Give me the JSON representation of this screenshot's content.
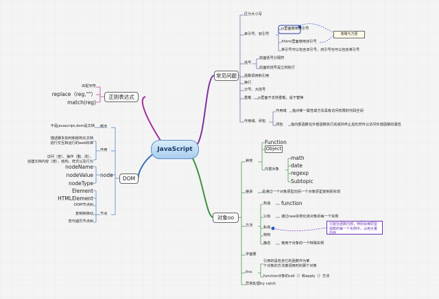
{
  "root": {
    "label": "JavaScript"
  },
  "branches": {
    "common": {
      "label": "常见问题"
    },
    "regex": {
      "label": "正则表达式"
    },
    "dom": {
      "label": "DOM"
    },
    "oop": {
      "label": "对象oo"
    }
  },
  "common": {
    "case": "区分大小写",
    "quotes": {
      "label": "单引号、双引号",
      "js": "js里面使用单引号",
      "xhtml": "Xhtml里面使用双引号",
      "nest": "单引号可以包含双引号，双引号也可以包含单引号",
      "note": "简略与方便"
    },
    "brackets": {
      "label": "括号",
      "front": "前面括号分隔符",
      "back": "后面的括号是立刻执行"
    },
    "call": "函数调用和引用",
    "newline": "换行",
    "semicolon": "分号、大括号",
    "overload": {
      "label": "重载",
      "text": "js里面不支持重载，适于替换"
    },
    "scope": {
      "label": "作用域、闭包",
      "scope": "作用域",
      "scope_text": "指对某一属性或方法具有访问权限的代码空间",
      "closure": "闭包",
      "closure_text": "指内部函数在外部函数执行完成并终止后仍然可以访问外部函数的属性"
    }
  },
  "regex": {
    "match": "匹配字符",
    "replace": "replace（reg,\"\"）",
    "matchfn": "match(reg)"
  },
  "dom": {
    "concept": {
      "label": "概念",
      "text": "不是javascript,dom是文档"
    },
    "role": {
      "label": "作用",
      "line1": "描述脚本如何和结构化文档",
      "line2": "进行交互和运行的web标准",
      "line3": "访问（查）、操作（删、改）、",
      "line4": "创建文档内容（增）、结构、样式以及行为"
    },
    "node": {
      "label": "node",
      "name": "nodeName",
      "value": "nodeValue",
      "type": "nodeType"
    },
    "nodes": {
      "label": "节点",
      "element": "Element",
      "html": "HTMLElement",
      "dom_node": "DOM节点树",
      "copy": "复制和移动",
      "traverse": "迭代遍历节点树"
    }
  },
  "oop": {
    "types": {
      "label": "种类",
      "function": "Function",
      "object": "Object",
      "builtin": "内置对象",
      "math": "math",
      "date": "date",
      "regexp": "regexp",
      "subtopic": "Subtopic"
    },
    "inherit": {
      "label": "继承",
      "text": "是通过一个对象原型向另一个对象原型复制而实现"
    },
    "methods": {
      "label": "方法",
      "construct": "构造",
      "construct_text": "function",
      "public": "公有",
      "public_text": "通过new实例化该对象的每一个实例",
      "private": "私有",
      "privileged": "特权",
      "static": "静态",
      "static_text": "使用于对象的一个特殊实例",
      "note": "只能在函数内部，特别会被原型函数的每一个实例中，占用大量内存"
    },
    "literal": "字面量",
    "this": {
      "label": "this",
      "line1": "引用的是包含它的函数作为某",
      "line2": "个对象的方法被调用时的那个对象",
      "line3": "function对象的call（）和apply（）方法"
    },
    "exception": "异常处理try   catch"
  }
}
